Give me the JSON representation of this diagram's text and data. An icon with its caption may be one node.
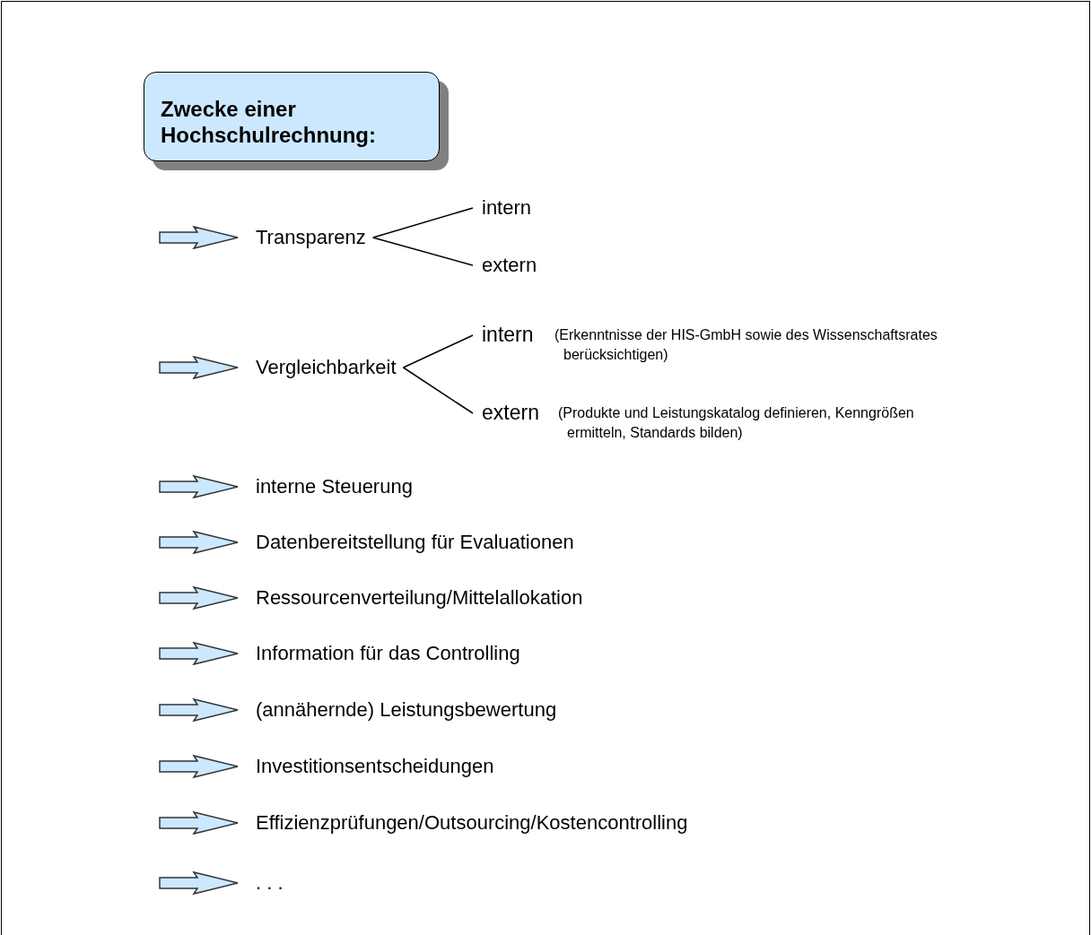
{
  "diagram": {
    "nodes": [
      {
        "text": [
          "Zwecke einer Hochschulrechnung:"
        ]
      },
      {
        "text": [
          "Transparenz"
        ]
      },
      {
        "text": [
          "intern"
        ]
      },
      {
        "text": [
          "extern"
        ]
      },
      {
        "text": [
          "Vergleichbarkeit"
        ]
      },
      {
        "text": [
          "intern"
        ],
        "beside": [
          "(Erkenntnisse der HIS-GmbH sowie des Wissenschaftsrates berücksichtigen)"
        ]
      },
      {
        "text": [
          "extern"
        ],
        "beside": [
          "(Produkte und Leistungskatalog definieren, Kenngrößen ermitteln, Standards bilden)"
        ]
      },
      {
        "text": [
          "interne Steuerung"
        ]
      },
      {
        "text": [
          "Datenbereitstellung für Evaluationen"
        ]
      },
      {
        "text": [
          "Ressourcenverteilung/Mittelallokation"
        ]
      },
      {
        "text": [
          "Information für das Controlling"
        ]
      },
      {
        "text": [
          "(annähernde) Leistungsbewertung"
        ]
      },
      {
        "text": [
          "Investitionsentscheidungen"
        ]
      },
      {
        "text": [
          "Effizienzprüfungen/Outsourcing/Kostencontrolling"
        ]
      },
      {
        "text": [
          ". . ."
        ]
      }
    ],
    "edges": [
      {
        "from": null,
        "to": 1,
        "arrow": "to",
        "style": "thick"
      },
      {
        "from": 1,
        "to": 2,
        "arrow": "none"
      },
      {
        "from": 1,
        "to": 3,
        "arrow": "none"
      },
      {
        "from": null,
        "to": 4,
        "arrow": "to",
        "style": "thick"
      },
      {
        "from": 4,
        "to": 5,
        "arrow": "none"
      },
      {
        "from": 4,
        "to": 6,
        "arrow": "none"
      },
      {
        "from": null,
        "to": 7,
        "arrow": "to",
        "style": "thick"
      },
      {
        "from": null,
        "to": 8,
        "arrow": "to",
        "style": "thick"
      },
      {
        "from": null,
        "to": 9,
        "arrow": "to",
        "style": "thick"
      },
      {
        "from": null,
        "to": 10,
        "arrow": "to",
        "style": "thick"
      },
      {
        "from": null,
        "to": 11,
        "arrow": "to",
        "style": "thick"
      },
      {
        "from": null,
        "to": 12,
        "arrow": "to",
        "style": "thick"
      },
      {
        "from": null,
        "to": 13,
        "arrow": "to",
        "style": "thick"
      },
      {
        "from": null,
        "to": 14,
        "arrow": "to",
        "style": "thick"
      }
    ]
  }
}
